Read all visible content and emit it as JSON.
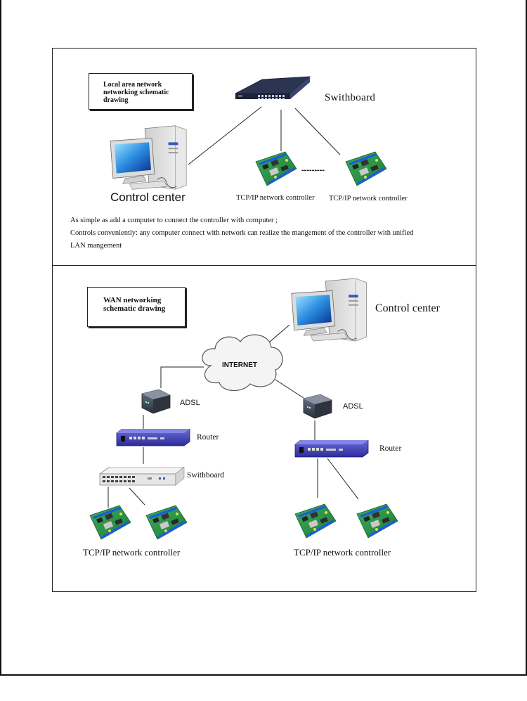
{
  "lan": {
    "box_title": "Local area network networking schematic drawing",
    "switch_label": "Swithboard",
    "control_label": "Control center",
    "controller_label_1": "TCP/IP network controller",
    "controller_label_2": "TCP/IP network controller",
    "dashes": "---------",
    "desc_line1": "As simple as add a computer to connect the controller with computer ;",
    "desc_line2": "Controls conveniently: any computer connect with network can realize the mangement of the controller with unified",
    "desc_line3": "LAN mangement"
  },
  "wan": {
    "box_title": "WAN networking schematic drawing",
    "control_label": "Control center",
    "internet_label": "INTERNET",
    "adsl_left": "ADSL",
    "adsl_right": "ADSL",
    "router_left": "Router",
    "router_right": "Router",
    "switch_label": "Swithboard",
    "controller_left_label": "TCP/IP network controller",
    "controller_right_label": "TCP/IP network controller"
  }
}
